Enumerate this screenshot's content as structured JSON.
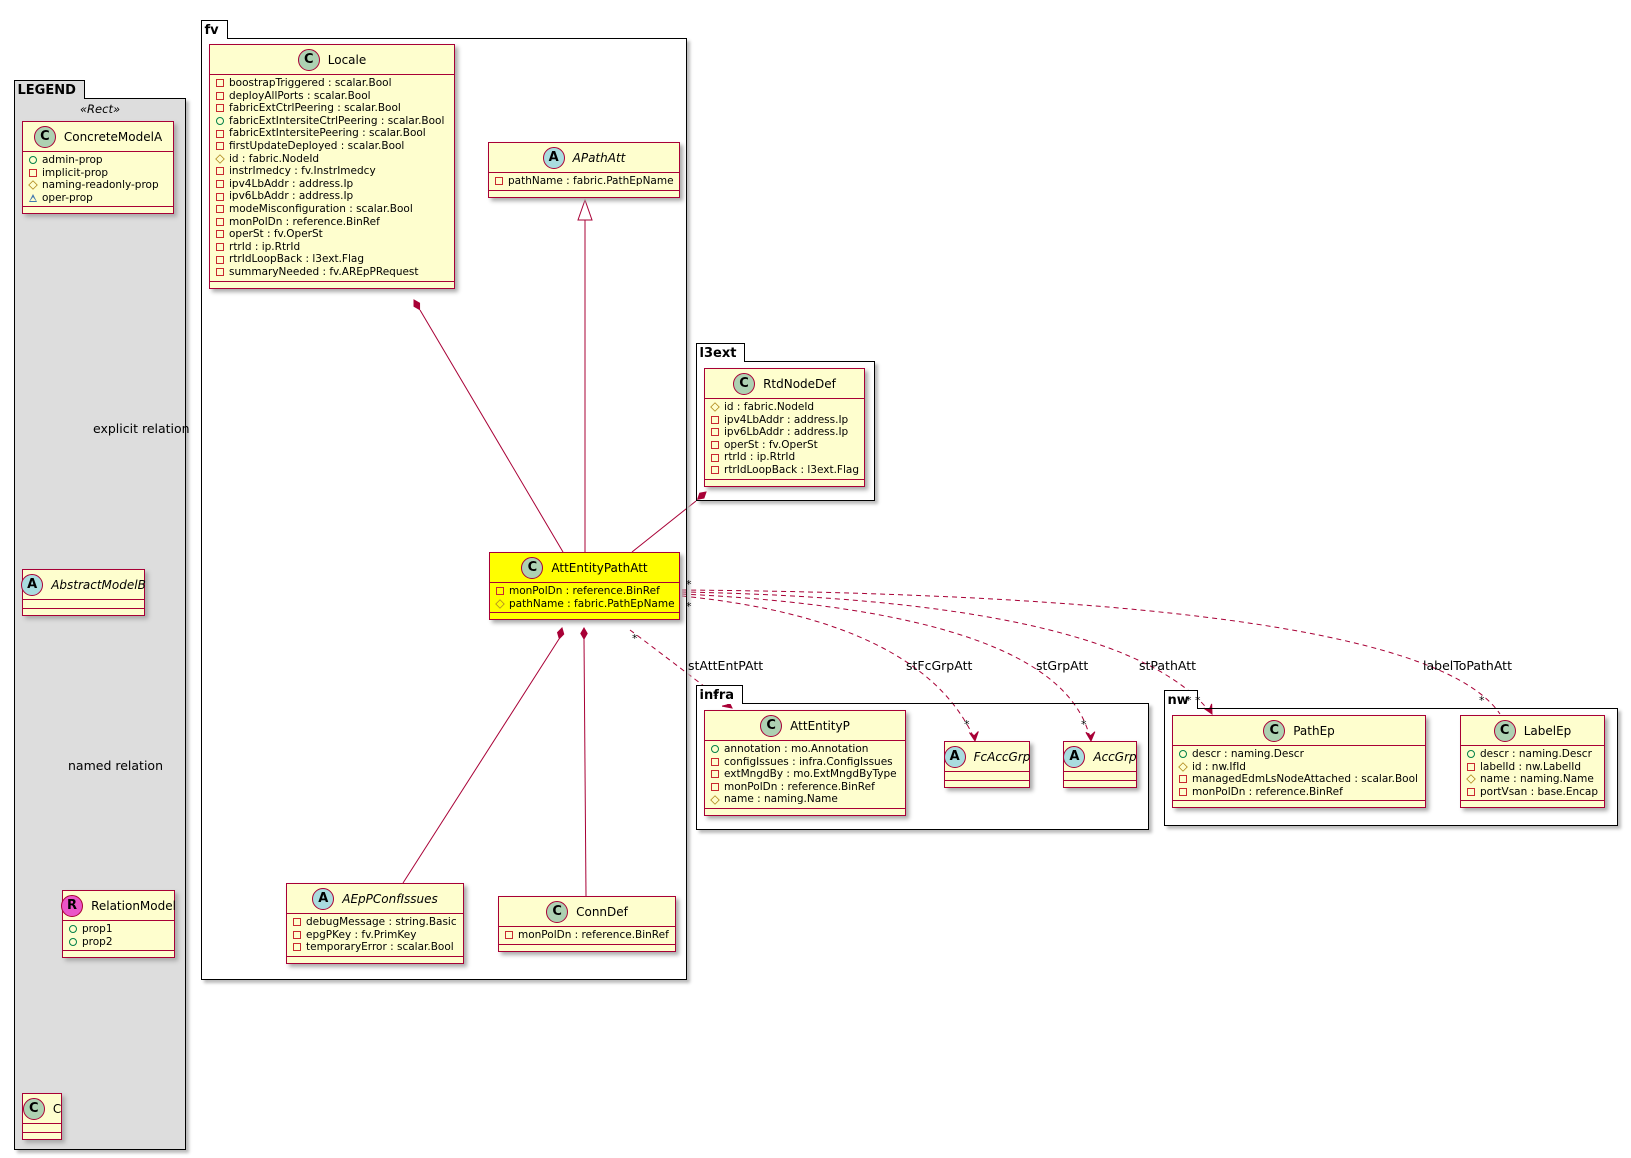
{
  "packages": {
    "legend": {
      "name": "LEGEND",
      "stereotype": "«Rect»"
    },
    "fv": {
      "name": "fv"
    },
    "l3ext": {
      "name": "l3ext"
    },
    "infra": {
      "name": "infra"
    },
    "nw": {
      "name": "nw"
    }
  },
  "classes": {
    "concrete_model_a": {
      "badge": "C",
      "name": "ConcreteModelA",
      "attrs": [
        {
          "vis": "public",
          "text": "admin-prop"
        },
        {
          "vis": "private",
          "text": "implicit-prop"
        },
        {
          "vis": "protected",
          "text": "naming-readonly-prop"
        },
        {
          "vis": "package",
          "text": "oper-prop"
        }
      ]
    },
    "abstract_model_b": {
      "badge": "A",
      "name": "AbstractModelB",
      "attrs": []
    },
    "relation_model": {
      "badge": "R",
      "name": "RelationModel",
      "attrs": [
        {
          "vis": "public",
          "text": "prop1"
        },
        {
          "vis": "public",
          "text": "prop2"
        }
      ]
    },
    "c": {
      "badge": "C",
      "name": "C",
      "attrs": []
    },
    "locale": {
      "badge": "C",
      "name": "Locale",
      "attrs": [
        {
          "vis": "private",
          "text": "boostrapTriggered : scalar.Bool"
        },
        {
          "vis": "private",
          "text": "deployAllPorts : scalar.Bool"
        },
        {
          "vis": "private",
          "text": "fabricExtCtrlPeering : scalar.Bool"
        },
        {
          "vis": "public",
          "text": "fabricExtIntersiteCtrlPeering : scalar.Bool"
        },
        {
          "vis": "private",
          "text": "fabricExtIntersitePeering : scalar.Bool"
        },
        {
          "vis": "private",
          "text": "firstUpdateDeployed : scalar.Bool"
        },
        {
          "vis": "protected",
          "text": "id : fabric.NodeId"
        },
        {
          "vis": "private",
          "text": "instrImedcy : fv.InstrImedcy"
        },
        {
          "vis": "private",
          "text": "ipv4LbAddr : address.Ip"
        },
        {
          "vis": "private",
          "text": "ipv6LbAddr : address.Ip"
        },
        {
          "vis": "private",
          "text": "modeMisconfiguration : scalar.Bool"
        },
        {
          "vis": "private",
          "text": "monPolDn : reference.BinRef"
        },
        {
          "vis": "private",
          "text": "operSt : fv.OperSt"
        },
        {
          "vis": "private",
          "text": "rtrId : ip.RtrId"
        },
        {
          "vis": "private",
          "text": "rtrIdLoopBack : l3ext.Flag"
        },
        {
          "vis": "private",
          "text": "summaryNeeded : fv.AREpPRequest"
        }
      ]
    },
    "a_path_att": {
      "badge": "A",
      "name": "APathAtt",
      "attrs": [
        {
          "vis": "private",
          "text": "pathName : fabric.PathEpName"
        }
      ]
    },
    "att_entity_path_att": {
      "badge": "C",
      "name": "AttEntityPathAtt",
      "attrs": [
        {
          "vis": "private",
          "text": "monPolDn : reference.BinRef"
        },
        {
          "vis": "protected",
          "text": "pathName : fabric.PathEpName"
        }
      ]
    },
    "a_ep_p_conf_issues": {
      "badge": "A",
      "name": "AEpPConfIssues",
      "attrs": [
        {
          "vis": "private",
          "text": "debugMessage : string.Basic"
        },
        {
          "vis": "private",
          "text": "epgPKey : fv.PrimKey"
        },
        {
          "vis": "private",
          "text": "temporaryError : scalar.Bool"
        }
      ]
    },
    "conn_def": {
      "badge": "C",
      "name": "ConnDef",
      "attrs": [
        {
          "vis": "private",
          "text": "monPolDn : reference.BinRef"
        }
      ]
    },
    "rtd_node_def": {
      "badge": "C",
      "name": "RtdNodeDef",
      "attrs": [
        {
          "vis": "protected",
          "text": "id : fabric.NodeId"
        },
        {
          "vis": "private",
          "text": "ipv4LbAddr : address.Ip"
        },
        {
          "vis": "private",
          "text": "ipv6LbAddr : address.Ip"
        },
        {
          "vis": "private",
          "text": "operSt : fv.OperSt"
        },
        {
          "vis": "private",
          "text": "rtrId : ip.RtrId"
        },
        {
          "vis": "private",
          "text": "rtrIdLoopBack : l3ext.Flag"
        }
      ]
    },
    "att_entity_p": {
      "badge": "C",
      "name": "AttEntityP",
      "attrs": [
        {
          "vis": "public",
          "text": "annotation : mo.Annotation"
        },
        {
          "vis": "private",
          "text": "configIssues : infra.ConfigIssues"
        },
        {
          "vis": "private",
          "text": "extMngdBy : mo.ExtMngdByType"
        },
        {
          "vis": "private",
          "text": "monPolDn : reference.BinRef"
        },
        {
          "vis": "protected",
          "text": "name : naming.Name"
        }
      ]
    },
    "fc_acc_grp": {
      "badge": "A",
      "name": "FcAccGrp",
      "attrs": []
    },
    "acc_grp": {
      "badge": "A",
      "name": "AccGrp",
      "attrs": []
    },
    "path_ep": {
      "badge": "C",
      "name": "PathEp",
      "attrs": [
        {
          "vis": "public",
          "text": "descr : naming.Descr"
        },
        {
          "vis": "protected",
          "text": "id : nw.IfId"
        },
        {
          "vis": "private",
          "text": "managedEdmLsNodeAttached : scalar.Bool"
        },
        {
          "vis": "private",
          "text": "monPolDn : reference.BinRef"
        }
      ]
    },
    "label_ep": {
      "badge": "C",
      "name": "LabelEp",
      "attrs": [
        {
          "vis": "public",
          "text": "descr : naming.Descr"
        },
        {
          "vis": "private",
          "text": "labelId : nw.LabelId"
        },
        {
          "vis": "protected",
          "text": "name : naming.Name"
        },
        {
          "vis": "private",
          "text": "portVsan : base.Encap"
        }
      ]
    }
  },
  "relations": {
    "explicit": "explicit relation",
    "named": "named relation",
    "st_att_ent_p_att": "stAttEntPAtt",
    "st_fc_grp_att": "stFcGrpAtt",
    "st_grp_att": "stGrpAtt",
    "st_path_att": "stPathAtt",
    "label_to_path_att": "labelToPathAtt",
    "multiplicity": "*"
  },
  "colors": {
    "class_fill": "#fefece",
    "class_border": "#a80036",
    "highlight": "#ffff00",
    "link": "#a80036",
    "legend_bg": "#dddddd"
  }
}
